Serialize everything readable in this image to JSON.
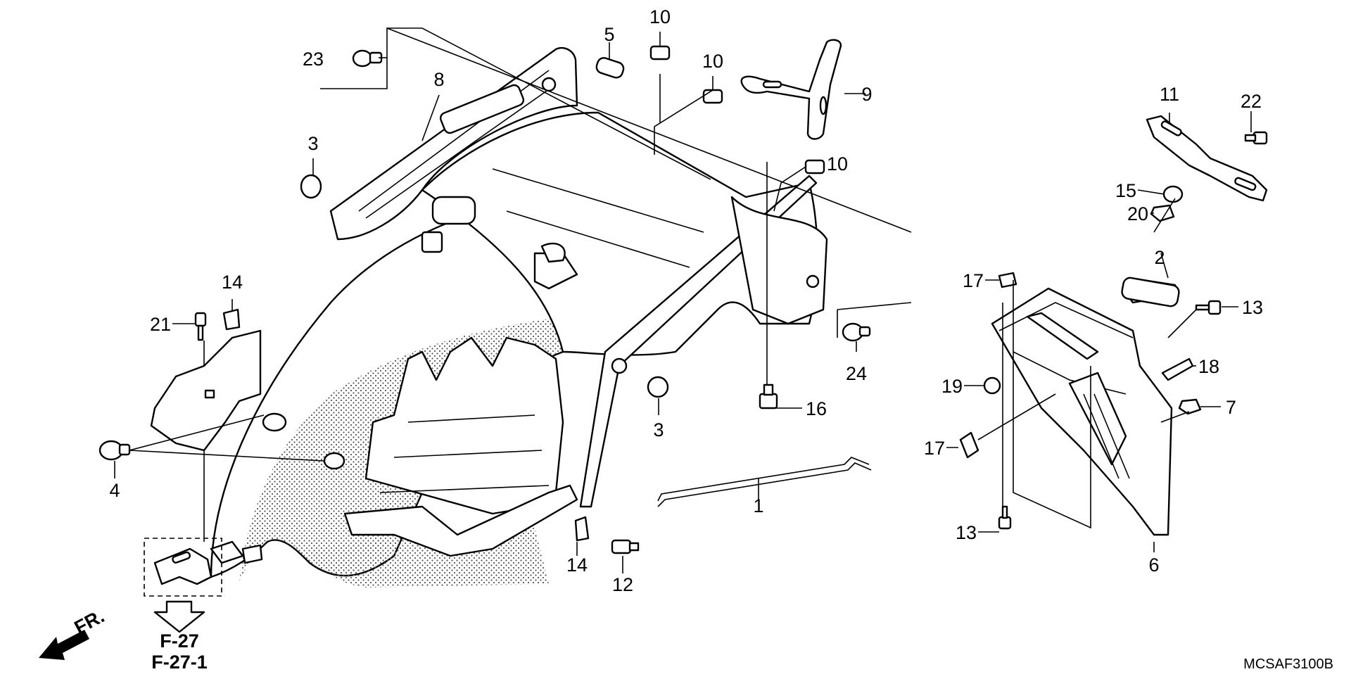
{
  "diagram": {
    "callouts": [
      {
        "id": "c-23",
        "label": "23"
      },
      {
        "id": "c-8",
        "label": "8"
      },
      {
        "id": "c-5",
        "label": "5"
      },
      {
        "id": "c-10a",
        "label": "10"
      },
      {
        "id": "c-10b",
        "label": "10"
      },
      {
        "id": "c-9",
        "label": "9"
      },
      {
        "id": "c-10c",
        "label": "10"
      },
      {
        "id": "c-3a",
        "label": "3"
      },
      {
        "id": "c-11",
        "label": "11"
      },
      {
        "id": "c-22",
        "label": "22"
      },
      {
        "id": "c-15",
        "label": "15"
      },
      {
        "id": "c-20",
        "label": "20"
      },
      {
        "id": "c-14a",
        "label": "14"
      },
      {
        "id": "c-21",
        "label": "21"
      },
      {
        "id": "c-2",
        "label": "2"
      },
      {
        "id": "c-17a",
        "label": "17"
      },
      {
        "id": "c-13a",
        "label": "13"
      },
      {
        "id": "c-24",
        "label": "24"
      },
      {
        "id": "c-18",
        "label": "18"
      },
      {
        "id": "c-19",
        "label": "19"
      },
      {
        "id": "c-16",
        "label": "16"
      },
      {
        "id": "c-7",
        "label": "7"
      },
      {
        "id": "c-3b",
        "label": "3"
      },
      {
        "id": "c-4",
        "label": "4"
      },
      {
        "id": "c-17b",
        "label": "17"
      },
      {
        "id": "c-1",
        "label": "1"
      },
      {
        "id": "c-13b",
        "label": "13"
      },
      {
        "id": "c-6",
        "label": "6"
      },
      {
        "id": "c-14b",
        "label": "14"
      },
      {
        "id": "c-12",
        "label": "12"
      }
    ],
    "cross_refs": [
      "F-27",
      "F-27-1"
    ],
    "front_label": "FR.",
    "diagram_code": "MCSAF3100B"
  }
}
